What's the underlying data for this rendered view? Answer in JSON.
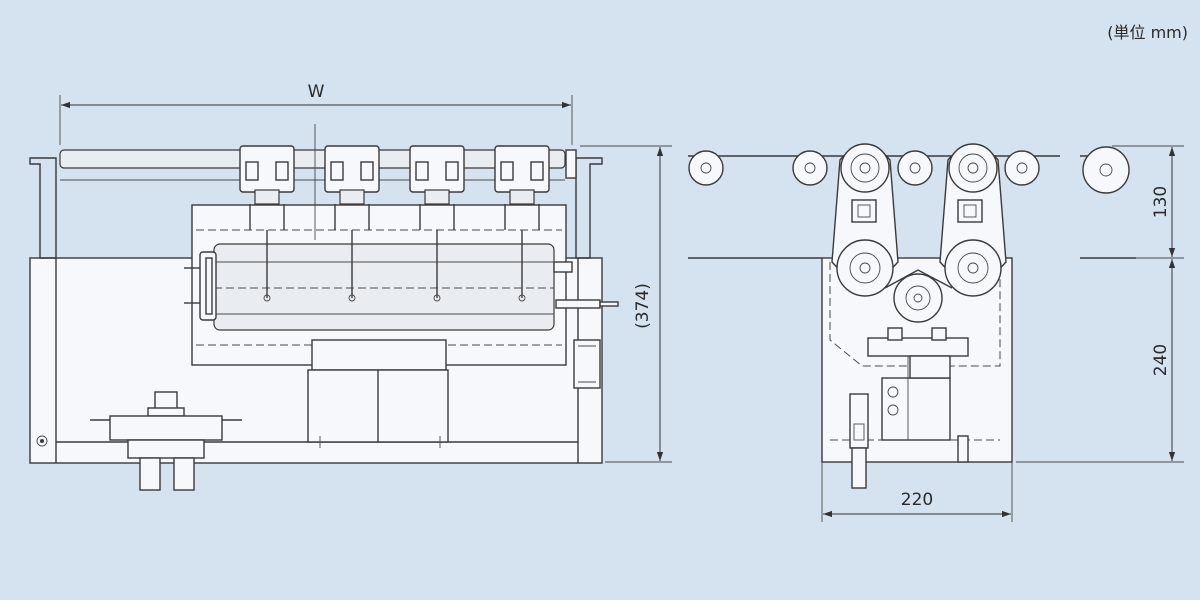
{
  "unit_note": "(単位 mm)",
  "front_view": {
    "width_label": "W",
    "height_label": "(374)"
  },
  "side_view": {
    "width_label": "220",
    "upper_height_label": "130",
    "lower_height_label": "240"
  }
}
